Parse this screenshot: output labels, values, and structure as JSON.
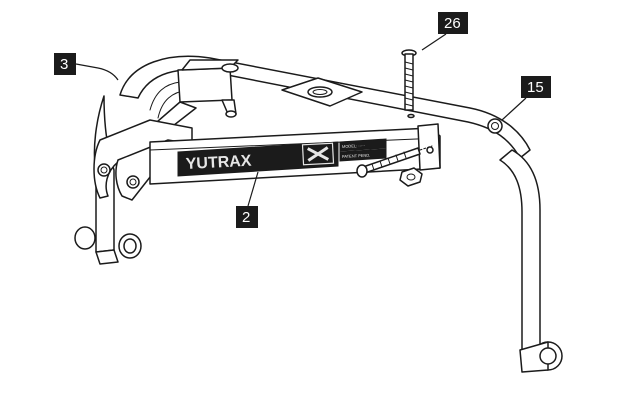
{
  "callouts": {
    "part_3": "3",
    "part_26": "26",
    "part_15": "15",
    "part_2": "2"
  },
  "nameplate": {
    "brand": "YUTRAX",
    "line_1": "MODEL: ·····",
    "line_2": "PATENT PEND."
  },
  "colors": {
    "ink": "#1b1b1b",
    "paper": "#ffffff"
  }
}
